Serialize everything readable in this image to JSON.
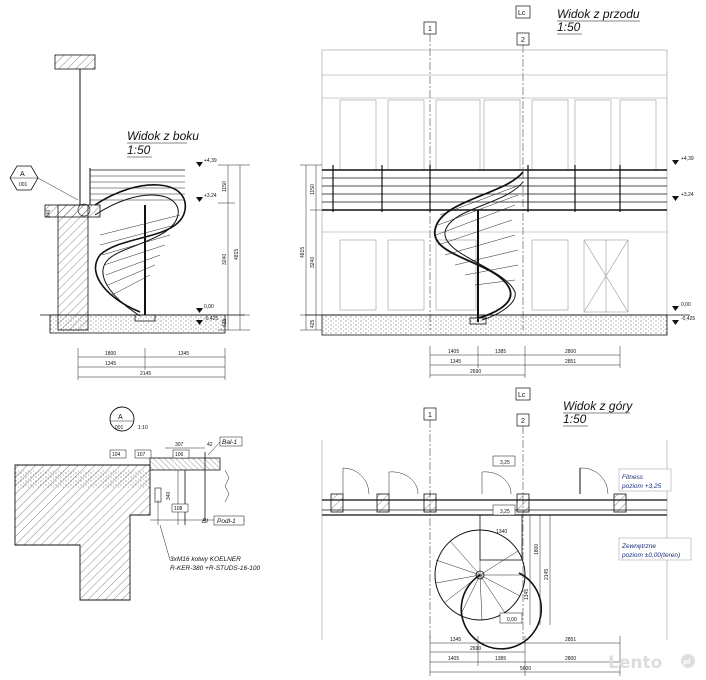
{
  "views": {
    "side": {
      "title": "Widok z boku",
      "scale": "1:50"
    },
    "front": {
      "title": "Widok z przodu",
      "scale": "1:50"
    },
    "top": {
      "title": "Widok z góry",
      "scale": "1:50"
    }
  },
  "grid_axes": {
    "front": [
      "1",
      "Lc",
      "2"
    ],
    "top": [
      "1",
      "Lc",
      "2"
    ]
  },
  "detail": {
    "tag": "A",
    "sheet": "001",
    "scale": "1:10"
  },
  "levels": [
    "+4,39",
    "+3,24",
    "0,00",
    "-0,425"
  ],
  "side_dims": {
    "horizontal": [
      "1800",
      "1345",
      "1345",
      "2145"
    ],
    "vertical": [
      "1150",
      "4815",
      "3240",
      "425",
      "240"
    ]
  },
  "front_dims": {
    "horizontal": [
      "1405",
      "1385",
      "2800",
      "1345",
      "2851",
      "2690"
    ],
    "vertical": [
      "4815",
      "3240",
      "1150",
      "425"
    ]
  },
  "detail_labels": {
    "numbers": [
      "104",
      "107",
      "106",
      "108",
      "42",
      "307",
      "340"
    ],
    "parts": [
      "Bal-1",
      "Podl-1",
      "Bl"
    ],
    "anchor_note": [
      "3xM16 kotwy KOELNER",
      "R-KER-380 +R-STUDS-16-100"
    ]
  },
  "top_notes": {
    "fitness": [
      "Fitness",
      "poziom +3,25"
    ],
    "zewn": [
      "Zewnętrzne",
      "poziom ±0,00(teren)"
    ]
  },
  "top_dims": {
    "labels": [
      "1340",
      "1800",
      "2145",
      "1345",
      "1345",
      "2851",
      "2690",
      "1405",
      "1385",
      "2800",
      "5600"
    ],
    "levels": [
      "3,25",
      "3,25",
      "0,00"
    ]
  },
  "watermark": {
    "text": "Lento",
    "suffix": "pl"
  }
}
